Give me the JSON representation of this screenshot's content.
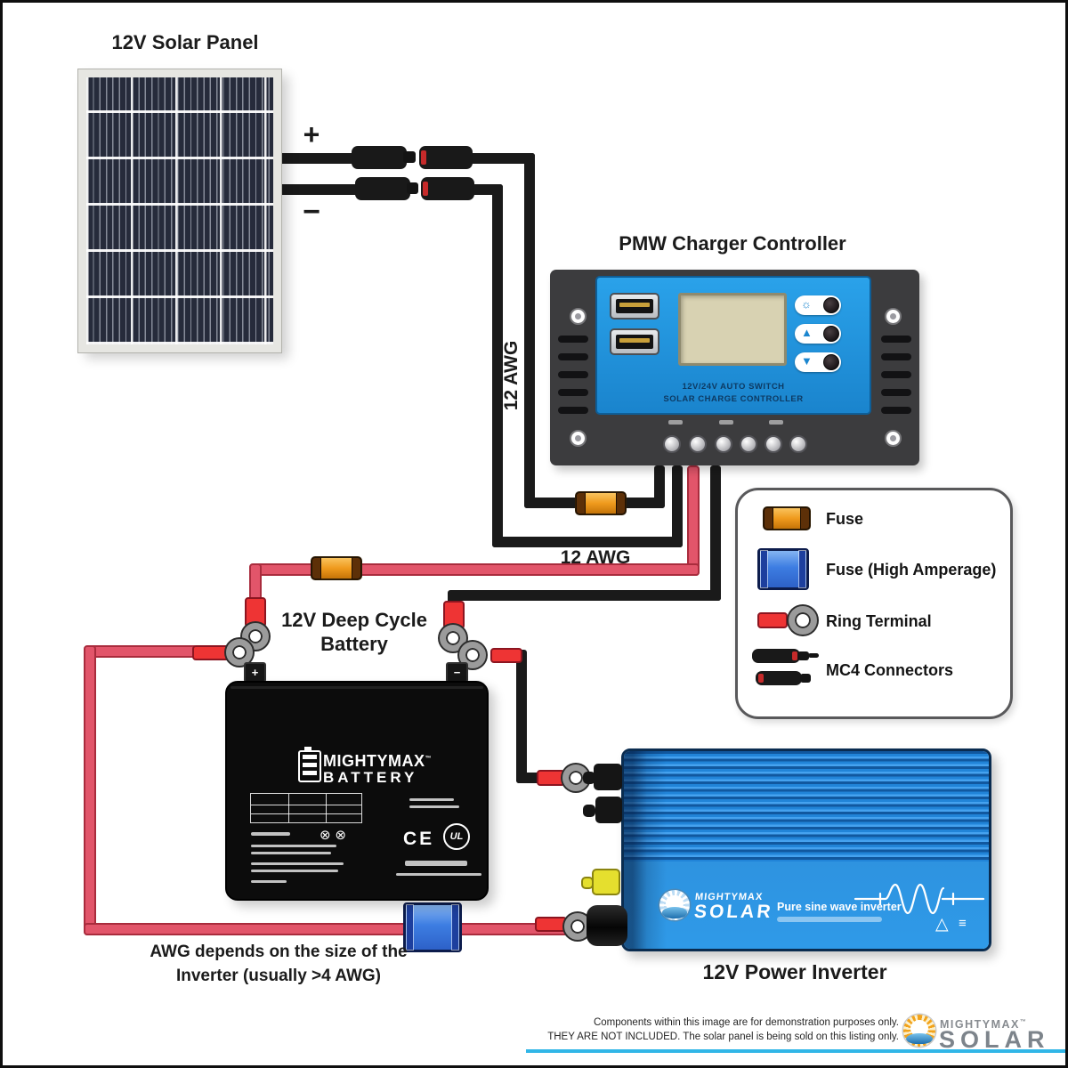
{
  "titles": {
    "solar_panel": "12V Solar Panel",
    "charge_controller": "PMW Charger Controller",
    "battery_line1": "12V Deep Cycle",
    "battery_line2": "Battery",
    "power_inverter": "12V Power Inverter"
  },
  "wire_labels": {
    "polarity_plus": "+",
    "polarity_minus": "−",
    "awg_vertical": "12 AWG",
    "awg_horizontal": "12 AWG",
    "awg_note_line1": "AWG depends on the size of the",
    "awg_note_line2": "Inverter (usually >4 AWG)"
  },
  "controller_face": {
    "line1": "12V/24V AUTO SWITCH",
    "line2": "SOLAR CHARGE CONTROLLER"
  },
  "battery_label": {
    "brand_top": "MIGHTYMAX",
    "brand_bottom": "BATTERY",
    "ce_mark": "CE",
    "ul_mark": "UL"
  },
  "inverter_label": {
    "brand_top": "MIGHTYMAX",
    "brand_bottom": "SOLAR",
    "tagline": "Pure sine wave inverter"
  },
  "legend": {
    "items": [
      {
        "icon": "fuse-icon",
        "label": "Fuse"
      },
      {
        "icon": "high-amperage-fuse-icon",
        "label": "Fuse (High Amperage)"
      },
      {
        "icon": "ring-terminal-icon",
        "label": "Ring Terminal"
      },
      {
        "icon": "mc4-connectors-icon",
        "label": "MC4 Connectors"
      }
    ]
  },
  "footer": {
    "disclaimer_line1": "Components within this image are for demonstration purposes only.",
    "disclaimer_line2": "THEY ARE NOT INCLUDED. The solar panel is being sold on this listing only.",
    "brand_top": "MIGHTYMAX",
    "brand_bottom": "SOLAR"
  },
  "misc": {
    "trademark": "™"
  },
  "colors": {
    "wire_black": "#1a1a1a",
    "wire_red": "#e2556a",
    "fuse_orange": "#ef9a1d",
    "fuse_blue": "#3d7de2",
    "controller_face_blue": "#1e90d8",
    "inverter_blue": "#2487dd",
    "accent_cyan": "#31b6e7"
  }
}
